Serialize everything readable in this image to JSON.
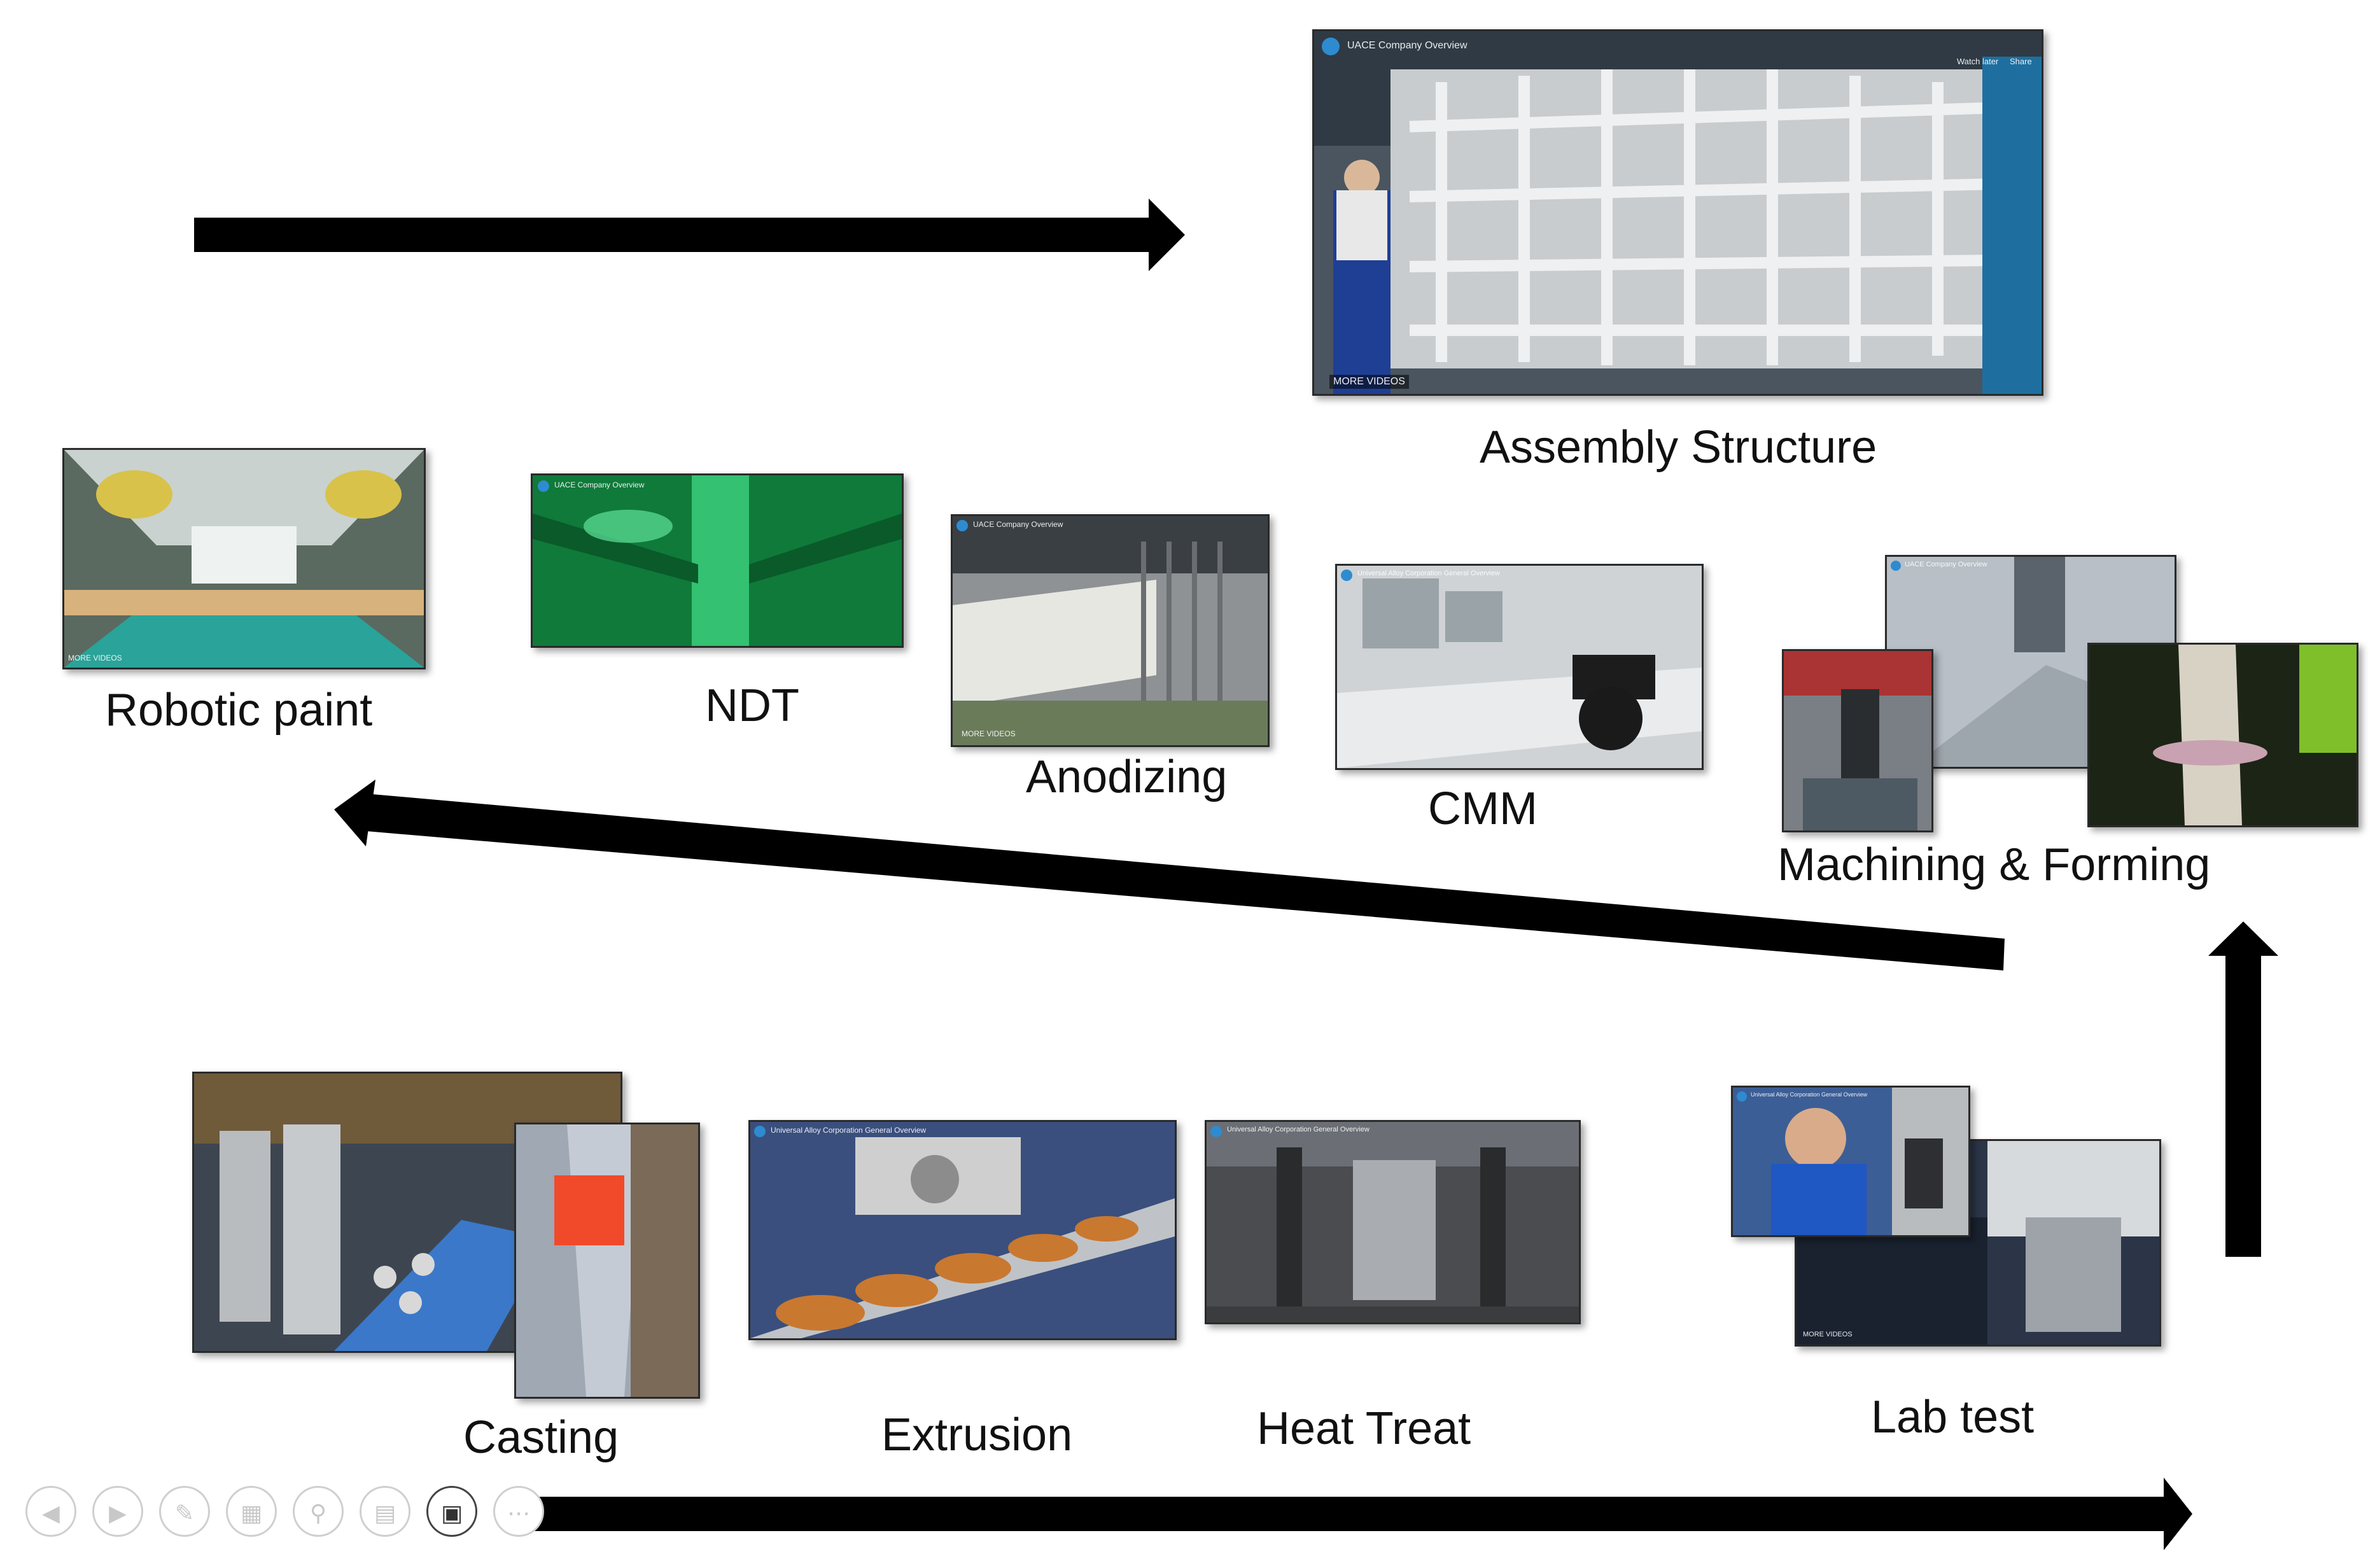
{
  "labels": {
    "assembly": "Assembly Structure",
    "robotic_paint": "Robotic paint",
    "ndt": "NDT",
    "anodizing": "Anodizing",
    "cmm": "CMM",
    "machining": "Machining & Forming",
    "casting": "Casting",
    "extrusion": "Extrusion",
    "heat_treat": "Heat Treat",
    "lab_test": "Lab test"
  },
  "video_overlays": {
    "uace_title": "UACE Company Overview",
    "universal_title": "Universal Alloy Corporation General Overview",
    "more_videos": "MORE VIDEOS",
    "watch_later": "Watch later",
    "share": "Share"
  },
  "toolbar": {
    "icons": [
      "previous-icon",
      "play-icon",
      "pen-icon",
      "grid-icon",
      "zoom-icon",
      "subtitles-icon",
      "video-camera-icon",
      "more-icon"
    ]
  },
  "colors": {
    "arrow": "#000000",
    "background": "#ffffff"
  }
}
